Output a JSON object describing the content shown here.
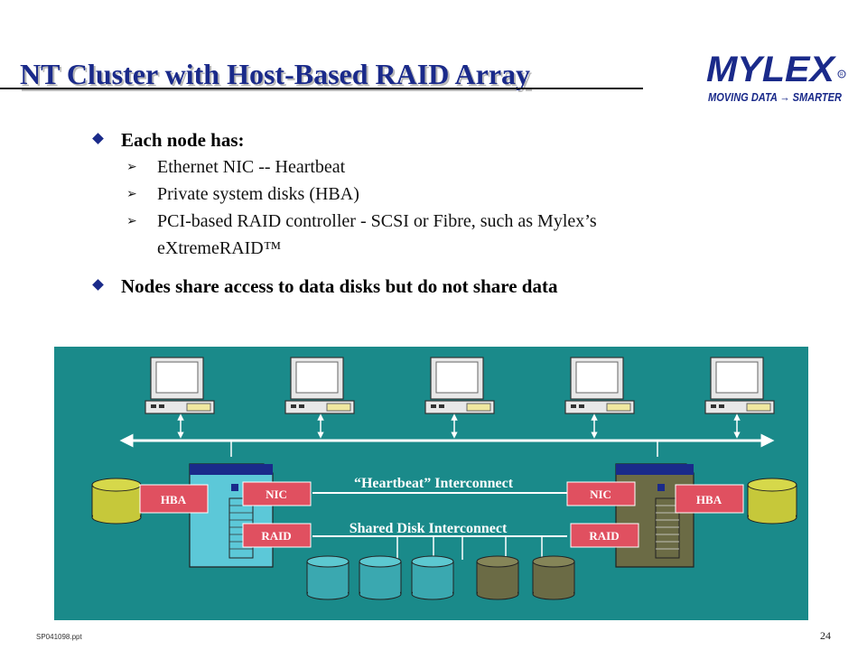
{
  "slide": {
    "title": "NT Cluster with Host-Based RAID Array",
    "logo": {
      "brand": "MYLEX",
      "tagline": "MOVING DATA → SMARTER",
      "color": "#1a2a8a"
    },
    "bullets": [
      {
        "text": "Each node has:",
        "sub": [
          "Ethernet NIC -- Heartbeat",
          "Private system disks (HBA)",
          "PCI-based RAID controller - SCSI or Fibre, such as Mylex’s",
          "eXtremeRAID™"
        ]
      },
      {
        "text": "Nodes share access to data disks but do not share data",
        "sub": []
      }
    ],
    "diagram": {
      "background": "#1a8a8a",
      "heartbeat_label": "“Heartbeat” Interconnect",
      "shared_disk_label": "Shared Disk Interconnect",
      "left_node": {
        "hba": "HBA",
        "nic": "NIC",
        "raid": "RAID",
        "color": "#5cc8d8"
      },
      "right_node": {
        "hba": "HBA",
        "nic": "NIC",
        "raid": "RAID",
        "color": "#6b6b45"
      },
      "client_count": 5
    },
    "footer": {
      "file": "SP041098.ppt",
      "page": "24"
    }
  }
}
